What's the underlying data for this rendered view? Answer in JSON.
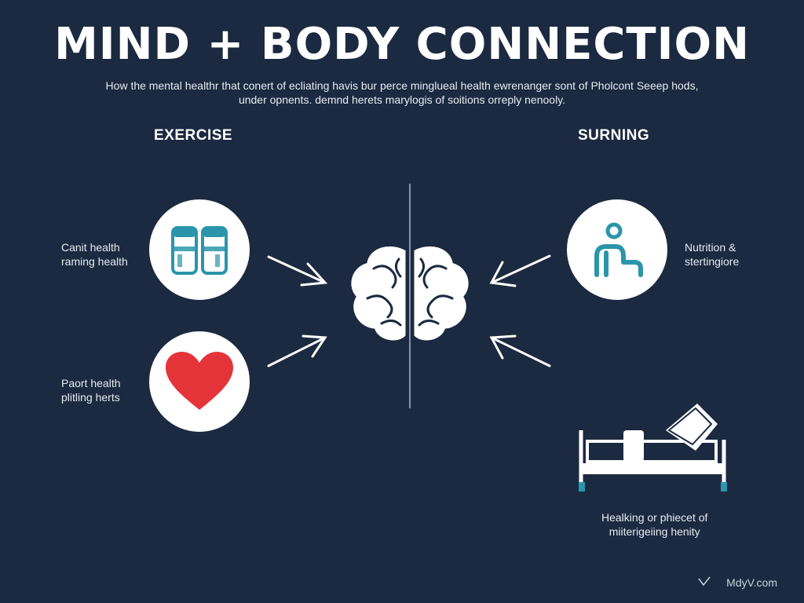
{
  "header": {
    "title": "MIND + BODY CONNECTION",
    "subtitle_line1": "How the mental healthr that conert of ecliating havis bur perce minglueal health  ewrenanger sont of Pholcont Seeep hods,",
    "subtitle_line2": "under opnents.              demnd herets marylogis of soitions      orreply nenooly."
  },
  "columns": {
    "left_label": "EXERCISE",
    "right_label": "SURNING"
  },
  "left_items": [
    {
      "icon": "drink-cups-icon",
      "text": "Canit health\nraming health"
    },
    {
      "icon": "heart-icon",
      "text": "Paort health\nplitling herts"
    }
  ],
  "right_items": [
    {
      "icon": "person-icon",
      "text": "Nutrition &\nstertingiore"
    },
    {
      "icon": "hospital-bed-icon",
      "text": "Healking or phiecet of\nmiiterigeiing henity"
    }
  ],
  "center": {
    "icon": "brain-icon"
  },
  "watermark": "MdyV.com",
  "colors": {
    "background": "#1b2a40",
    "accent_teal": "#2a95ab",
    "heart_red": "#e5333a",
    "white": "#ffffff"
  }
}
